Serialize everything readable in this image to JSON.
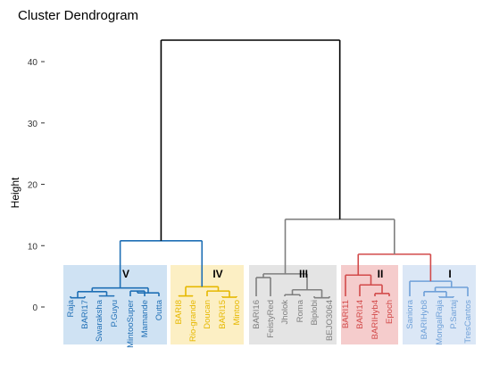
{
  "chart_data": {
    "type": "dendrogram",
    "title": "Cluster Dendrogram",
    "ylabel": "Height",
    "ylim": [
      0,
      43.5
    ],
    "yticks": [
      0,
      10,
      20,
      30,
      40
    ],
    "grid": false,
    "clusters": [
      {
        "id": "V",
        "label": "V",
        "color": "#1f6fb5",
        "box_color": "#cfe2f3",
        "leaves": [
          "Raja",
          "BARI17",
          "Swaraksha",
          "P.Guyu",
          "MintooSuper",
          "Mamande",
          "Outta"
        ],
        "merges": [
          [
            0,
            1,
            1.5
          ],
          [
            2,
            3,
            1.8
          ],
          [
            8,
            7,
            2.5
          ],
          [
            4,
            5,
            2.6
          ],
          [
            10,
            6,
            2.3
          ],
          [
            9,
            11,
            3.1
          ]
        ],
        "join_height": 10.8
      },
      {
        "id": "IV",
        "label": "IV",
        "color": "#e6b800",
        "box_color": "#fcefc4",
        "leaves": [
          "BARI8",
          "Rio-grande",
          "Doucan",
          "BARI15",
          "Mintoo"
        ],
        "merges": [
          [
            0,
            1,
            1.8
          ],
          [
            3,
            4,
            1.6
          ],
          [
            2,
            6,
            2.6
          ],
          [
            5,
            7,
            3.3
          ]
        ],
        "join_height": 10.8
      },
      {
        "id": "III",
        "label": "III",
        "color": "#7f7f7f",
        "box_color": "#e4e4e4",
        "leaves": [
          "BARI16",
          "FeistyRed",
          "Jholok",
          "Roma",
          "Biplobi",
          "BEJO3064"
        ],
        "merges": [
          [
            2,
            3,
            2.0
          ],
          [
            4,
            5,
            1.5
          ],
          [
            0,
            1,
            4.8
          ],
          [
            6,
            7,
            2.8
          ],
          [
            9,
            8,
            5.4
          ]
        ],
        "join_height": 14.3
      },
      {
        "id": "II",
        "label": "II",
        "color": "#d24a4a",
        "box_color": "#f5cccc",
        "leaves": [
          "BARI11",
          "BARI14",
          "BARIHyb4",
          "Epoch"
        ],
        "merges": [
          [
            2,
            3,
            2.2
          ],
          [
            1,
            4,
            3.6
          ],
          [
            0,
            5,
            5.2
          ]
        ],
        "join_height": 8.6
      },
      {
        "id": "I",
        "label": "I",
        "color": "#6fa0d8",
        "box_color": "#dbe7f6",
        "leaves": [
          "Saniora",
          "BARIHyb8",
          "MongalRaja",
          "P.Sartaj",
          "TresCantos"
        ],
        "merges": [
          [
            2,
            3,
            1.6
          ],
          [
            1,
            5,
            2.5
          ],
          [
            6,
            4,
            3.2
          ],
          [
            0,
            7,
            4.2
          ]
        ],
        "join_height": 8.6
      }
    ],
    "upper_merges": [
      {
        "left": "V",
        "right": "IV",
        "height": 10.8,
        "color": "#1f6fb5"
      },
      {
        "left": "II",
        "right": "I",
        "height": 8.6,
        "color": "#d24a4a"
      },
      {
        "left": "III",
        "right": "II+I",
        "height": 14.3,
        "color": "#7f7f7f"
      },
      {
        "left": "V+IV",
        "right": "III+II+I",
        "height": 43.5,
        "color": "#000000"
      }
    ]
  }
}
